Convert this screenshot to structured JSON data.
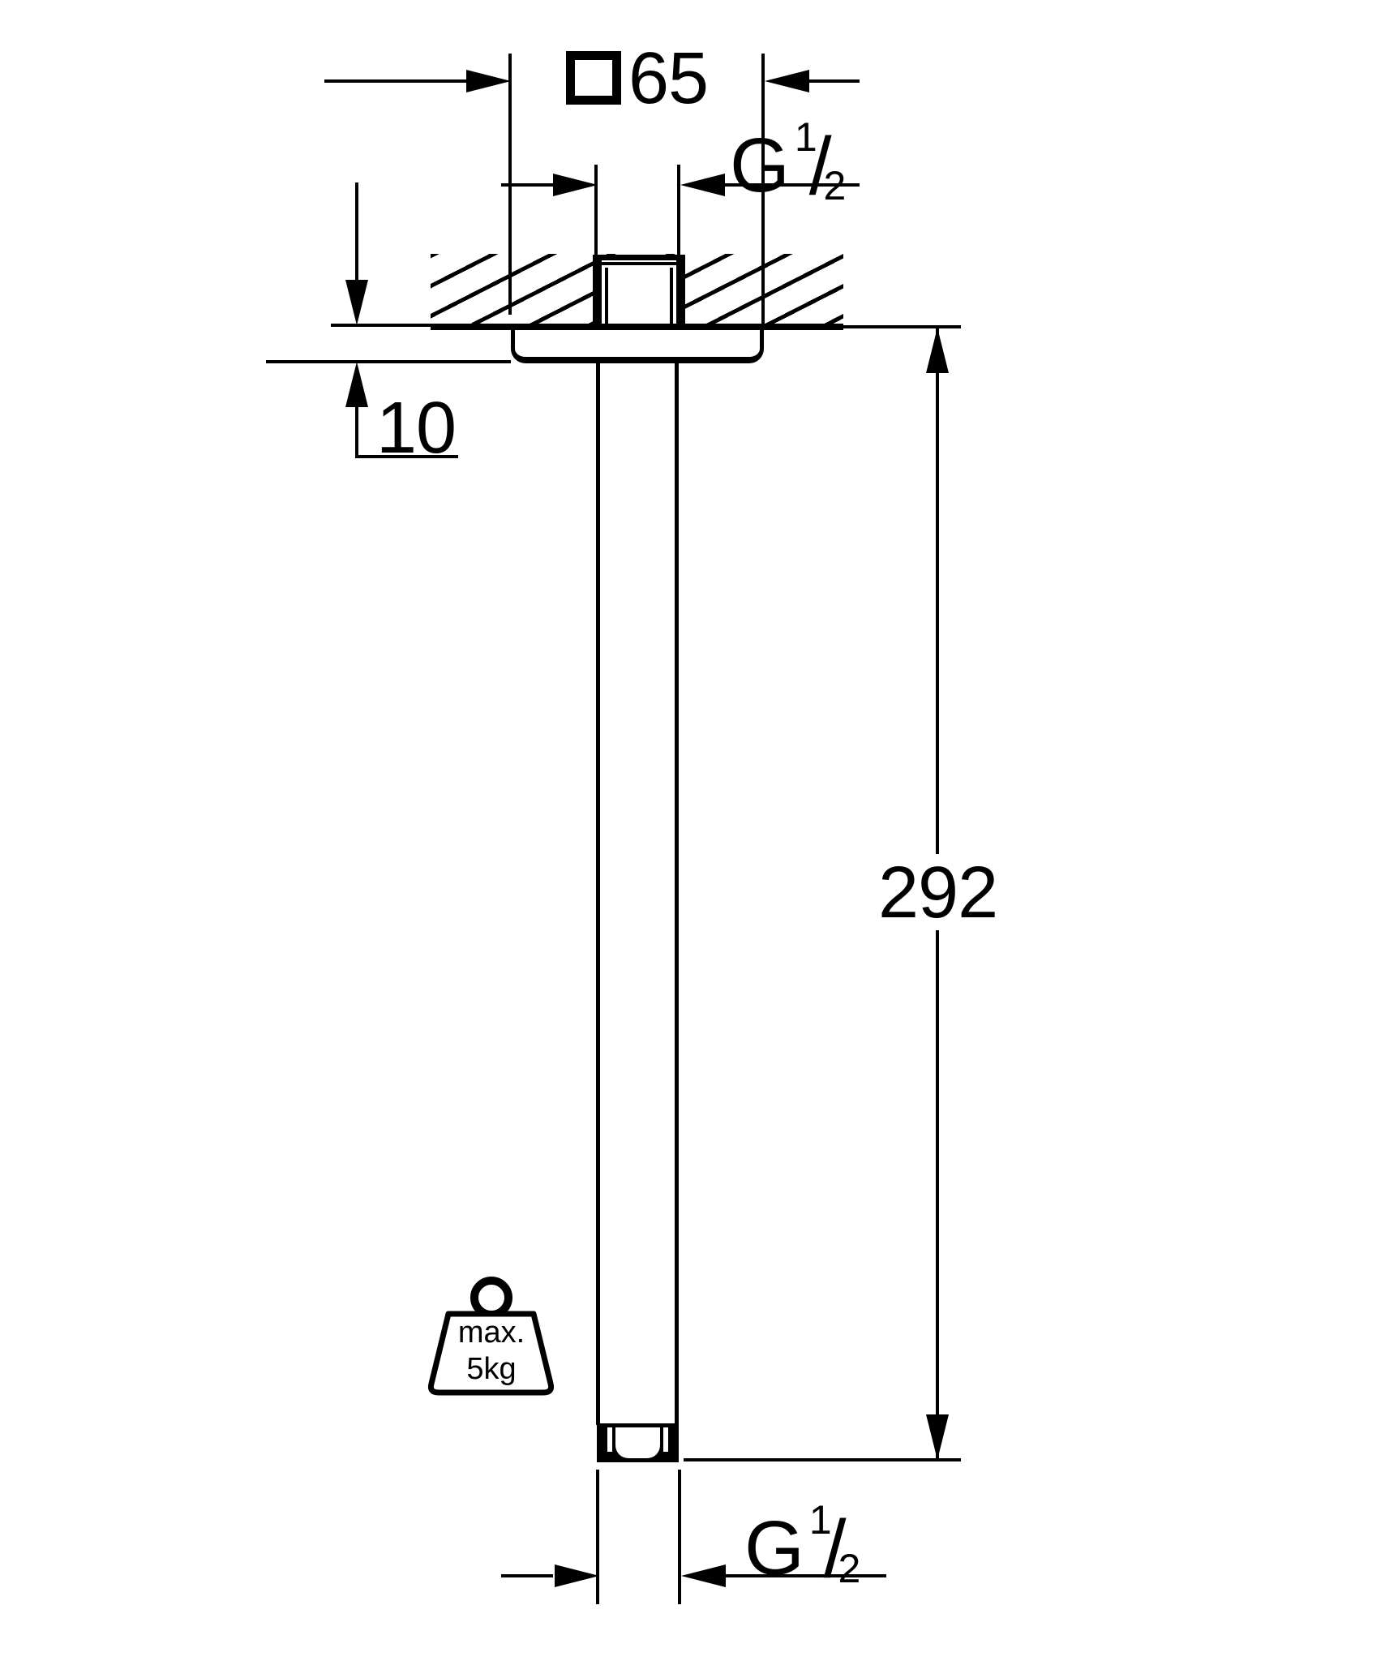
{
  "drawing": {
    "type": "technical-dimension-drawing",
    "subject": "ceiling-mounted square shower arm, side section view",
    "colors": {
      "ink": "#000000",
      "paper": "#ffffff"
    },
    "dimensions": {
      "square_size": {
        "symbol": "square-symbol",
        "value": "65"
      },
      "top_thread": {
        "base": "G",
        "numerator": "1",
        "denominator": "2"
      },
      "flange_height": {
        "value": "10"
      },
      "arm_length": {
        "value": "292"
      },
      "bottom_thread": {
        "base": "G",
        "numerator": "1",
        "denominator": "2"
      }
    },
    "weight_limit": {
      "line1": "max.",
      "line2": "5kg"
    }
  }
}
